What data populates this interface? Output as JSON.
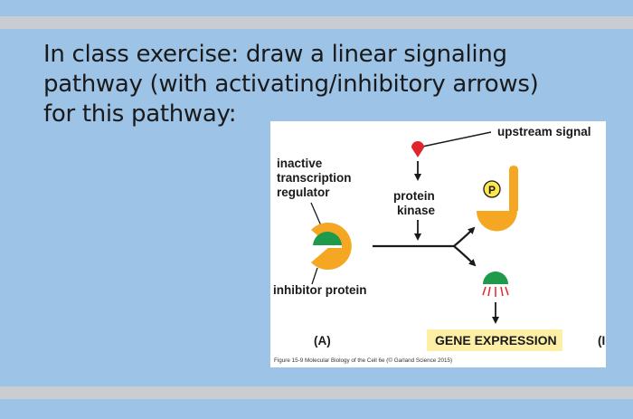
{
  "slide": {
    "title_lines": [
      "In class exercise: draw a linear signaling",
      "pathway (with activating/inhibitory arrows)",
      "for this pathway:"
    ]
  },
  "figure": {
    "upstream_signal": "upstream signal",
    "inactive_regulator_lines": [
      "inactive",
      "transcription",
      "regulator"
    ],
    "protein_kinase_lines": [
      "protein",
      "kinase"
    ],
    "phosphate": "P",
    "inhibitor_protein": "inhibitor protein",
    "panel_a": "(A)",
    "panel_b_partial": "(I",
    "gene_expression": "GENE EXPRESSION",
    "caption": "Figure 15-9 Molecular Biology of the Cell 6e (© Garland Science 2015)",
    "colors": {
      "orange": "#f5a623",
      "green": "#1f9a4a",
      "red": "#e0262b",
      "highlight": "#fdf0a6"
    }
  }
}
